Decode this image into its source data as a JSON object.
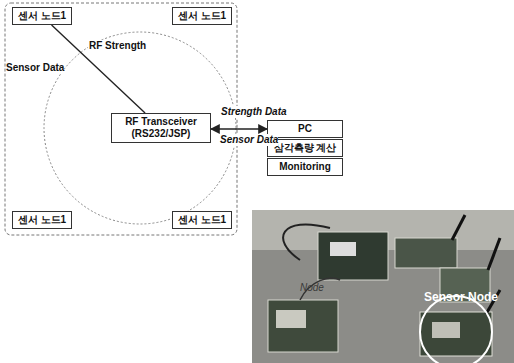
{
  "diagram": {
    "nodes": [
      {
        "text": [
          "센서 노드1"
        ]
      },
      {
        "text": [
          "센서 노드1"
        ]
      },
      {
        "text": [
          "RF Transceiver (RS232/JSP)"
        ]
      },
      {
        "text": [
          "센서 노드1"
        ]
      },
      {
        "text": [
          "센서 노드1"
        ]
      },
      {
        "text": [
          "PC"
        ]
      },
      {
        "text": [
          "삼각측량 계산"
        ]
      },
      {
        "text": [
          "Monitoring"
        ]
      }
    ],
    "edges": [
      {
        "from": 0,
        "to": 2,
        "arrow": "none",
        "label": "RF Strength"
      },
      {
        "from": 2,
        "to": 5,
        "arrow": "both",
        "label": "Strength Data"
      }
    ],
    "labels": [
      "Sensor Data",
      "Sensor Data",
      "Sensor Node",
      "Node"
    ]
  }
}
